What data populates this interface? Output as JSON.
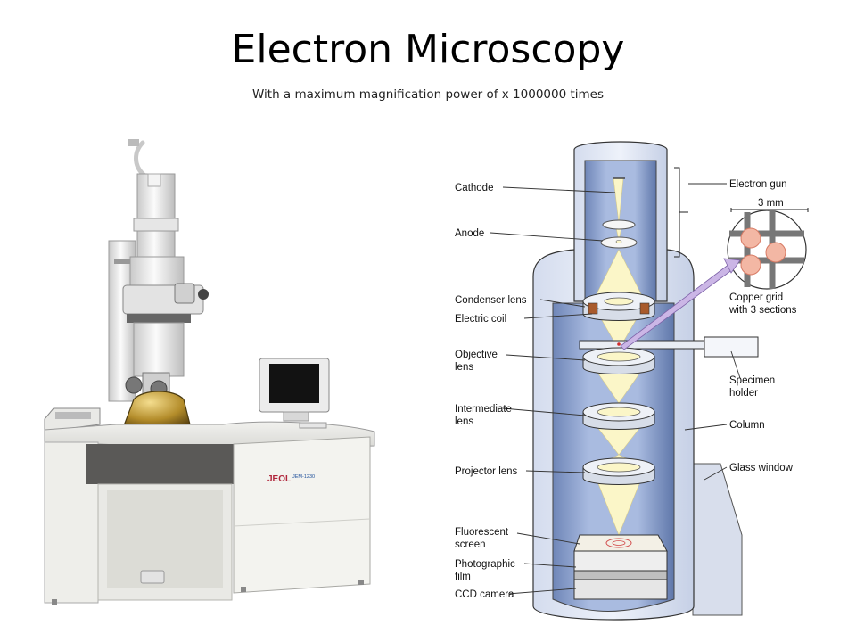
{
  "slide": {
    "title": "Electron Microscopy",
    "subtitle": "With a maximum magnification power of x 1000000 times"
  },
  "photo": {
    "brand": "JEOL",
    "model": "JEM-1230"
  },
  "diagram": {
    "labels": {
      "cathode": "Cathode",
      "anode": "Anode",
      "condenser_lens": "Condenser lens",
      "electric_coil": "Electric coil",
      "objective_lens_1": "Objective",
      "objective_lens_2": "lens",
      "intermediate_lens_1": "Intermediate",
      "intermediate_lens_2": "lens",
      "projector_lens": "Projector lens",
      "fluorescent_screen_1": "Fluorescent",
      "fluorescent_screen_2": "screen",
      "photographic_film_1": "Photographic",
      "photographic_film_2": "film",
      "ccd_camera": "CCD camera",
      "electron_gun": "Electron gun",
      "grid_scale": "3 mm",
      "copper_grid_1": "Copper grid",
      "copper_grid_2": "with 3 sections",
      "specimen_holder_1": "Specimen",
      "specimen_holder_2": "holder",
      "column": "Column",
      "glass_window": "Glass window"
    }
  }
}
